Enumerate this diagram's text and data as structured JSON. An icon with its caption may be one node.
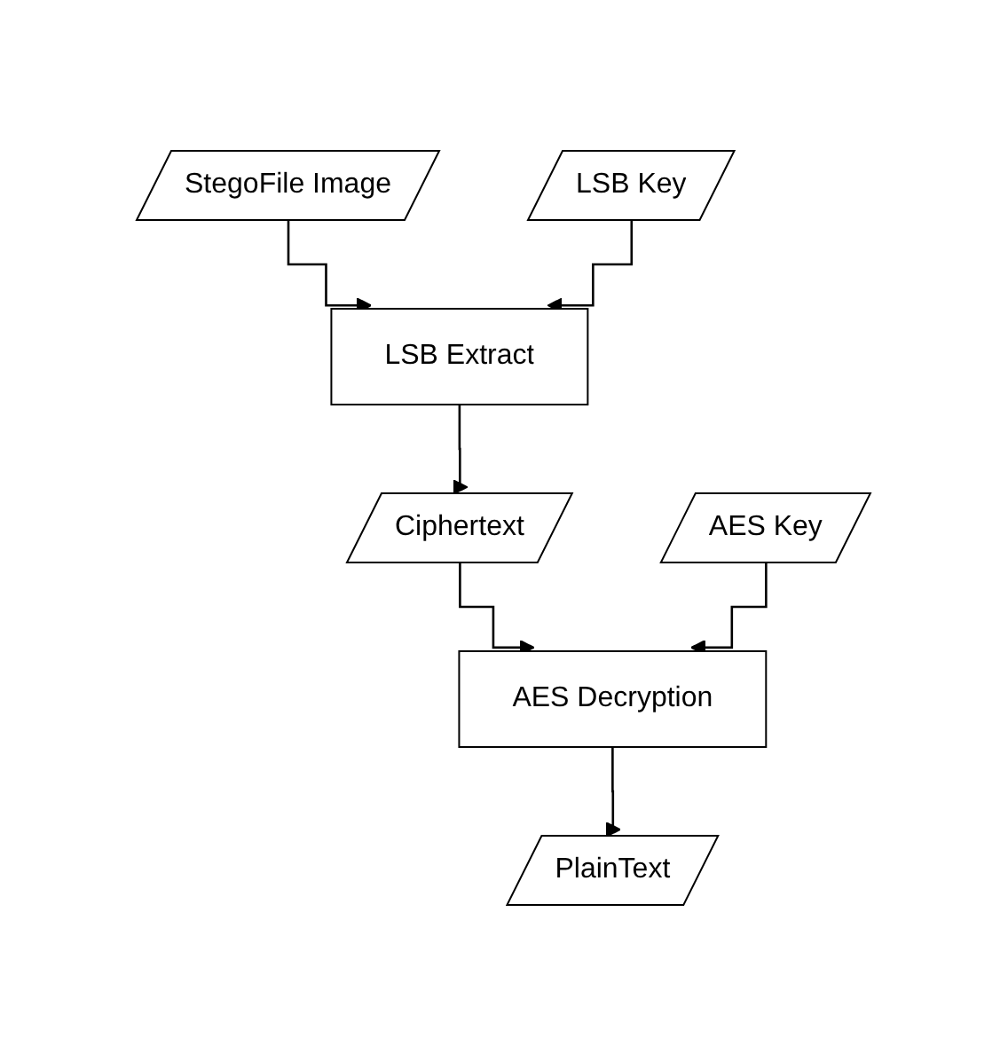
{
  "diagram": {
    "nodes": [
      {
        "text": [
          "StegoFile Image"
        ]
      },
      {
        "text": [
          "LSB Key"
        ]
      },
      {
        "text": [
          "AES Key"
        ]
      },
      {
        "text": [
          "LSB Extract"
        ]
      },
      {
        "text": [
          "Ciphertext"
        ]
      },
      {
        "text": [
          "AES Decryption"
        ]
      },
      {
        "text": [
          "PlainText"
        ]
      }
    ],
    "edges": [
      {
        "from": 0,
        "to": 3,
        "arrow": "to"
      },
      {
        "from": 1,
        "to": 3,
        "arrow": "to"
      },
      {
        "from": 3,
        "to": 4,
        "arrow": "to"
      },
      {
        "from": 4,
        "to": 5,
        "arrow": "to"
      },
      {
        "from": 2,
        "to": 5,
        "arrow": "to"
      },
      {
        "from": 5,
        "to": 6,
        "arrow": "to"
      }
    ]
  }
}
